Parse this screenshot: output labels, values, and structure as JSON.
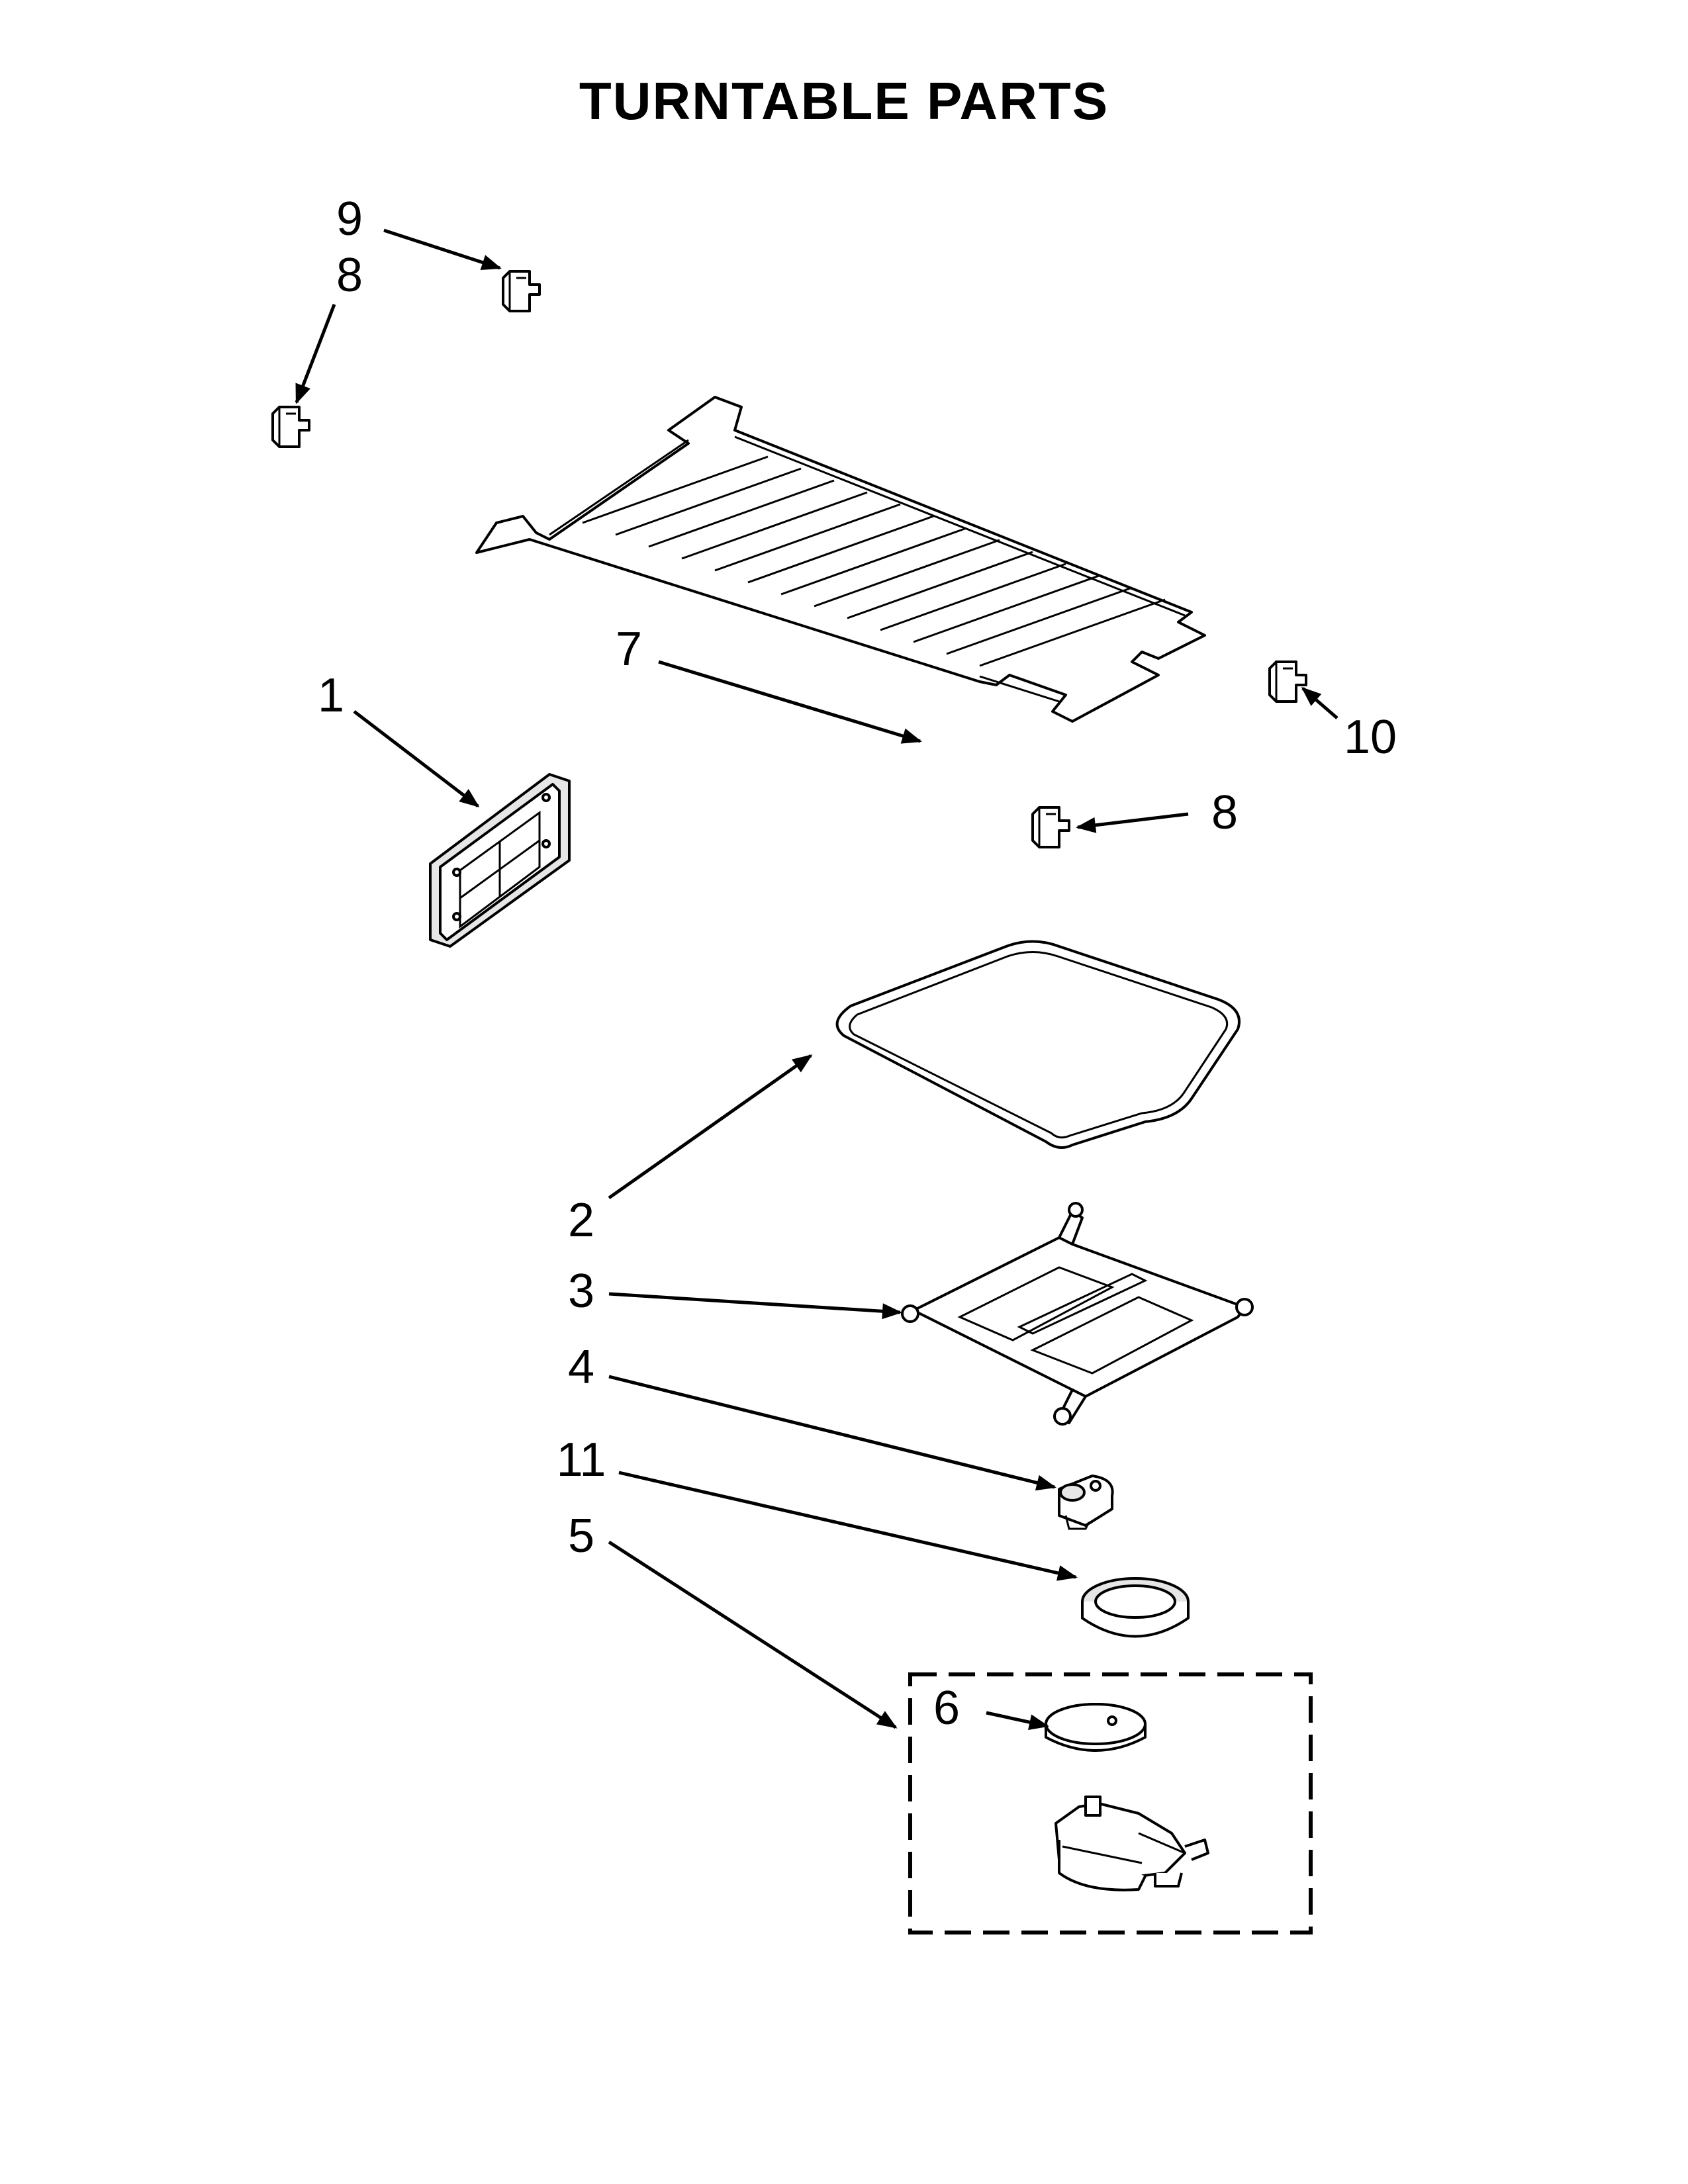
{
  "title": "TURNTABLE PARTS",
  "callouts": [
    {
      "id": "c9",
      "label": "9"
    },
    {
      "id": "c8a",
      "label": "8"
    },
    {
      "id": "c1",
      "label": "1"
    },
    {
      "id": "c7",
      "label": "7"
    },
    {
      "id": "c10",
      "label": "10"
    },
    {
      "id": "c8b",
      "label": "8"
    },
    {
      "id": "c2",
      "label": "2"
    },
    {
      "id": "c3",
      "label": "3"
    },
    {
      "id": "c4",
      "label": "4"
    },
    {
      "id": "c11",
      "label": "11"
    },
    {
      "id": "c5",
      "label": "5"
    },
    {
      "id": "c6",
      "label": "6"
    }
  ]
}
